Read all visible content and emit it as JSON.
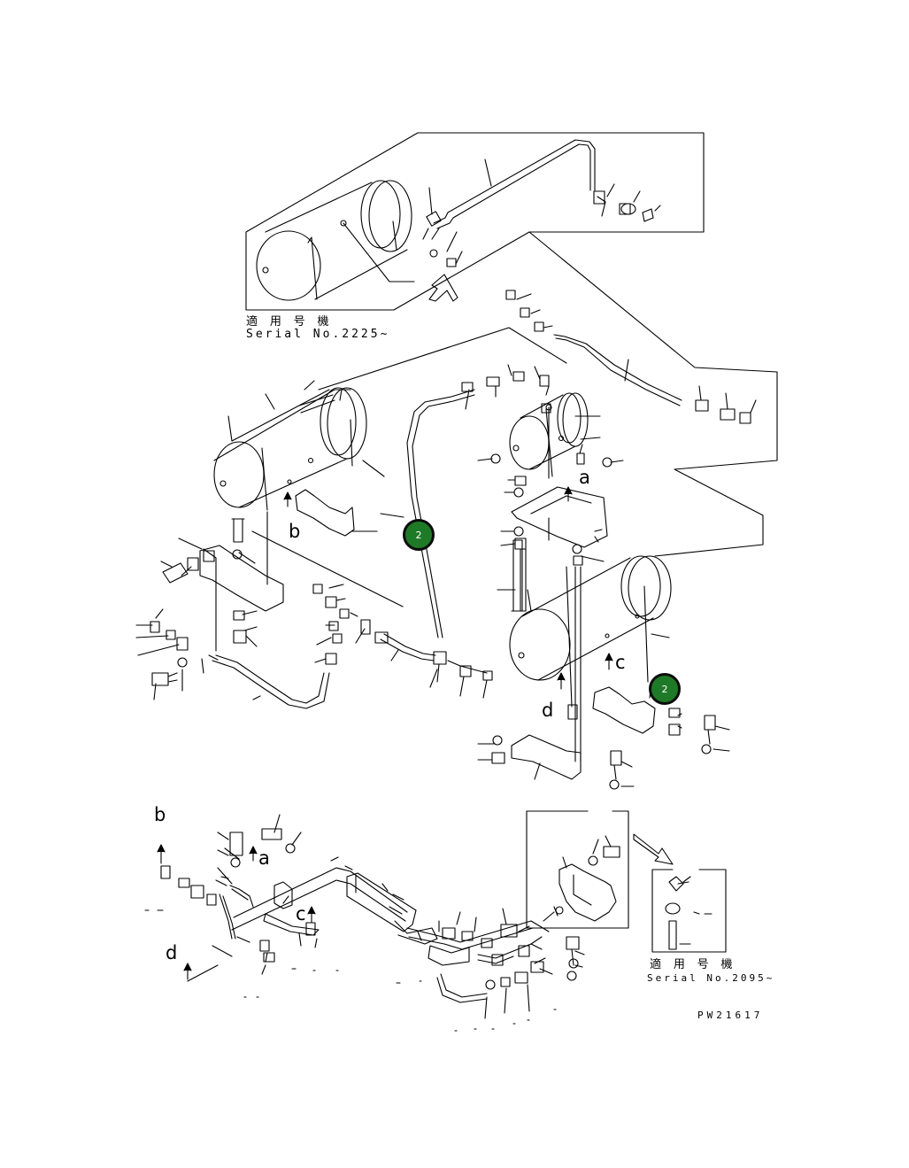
{
  "inset_top": {
    "serial_jp": "適 用 号 機",
    "serial": "Serial No.2225~"
  },
  "inset_bottom": {
    "serial_jp": "適 用 号 機",
    "serial": "Serial No.2095~"
  },
  "drawing_number": "PW21617",
  "view_letters": [
    "a",
    "b",
    "c",
    "d"
  ],
  "callouts": [
    {
      "label": "2"
    },
    {
      "label": "2"
    }
  ],
  "colors": {
    "ink": "#000000",
    "callout_fill": "#1f7a27",
    "callout_ring": "#0c0c0c",
    "callout_text": "#ffffff"
  }
}
